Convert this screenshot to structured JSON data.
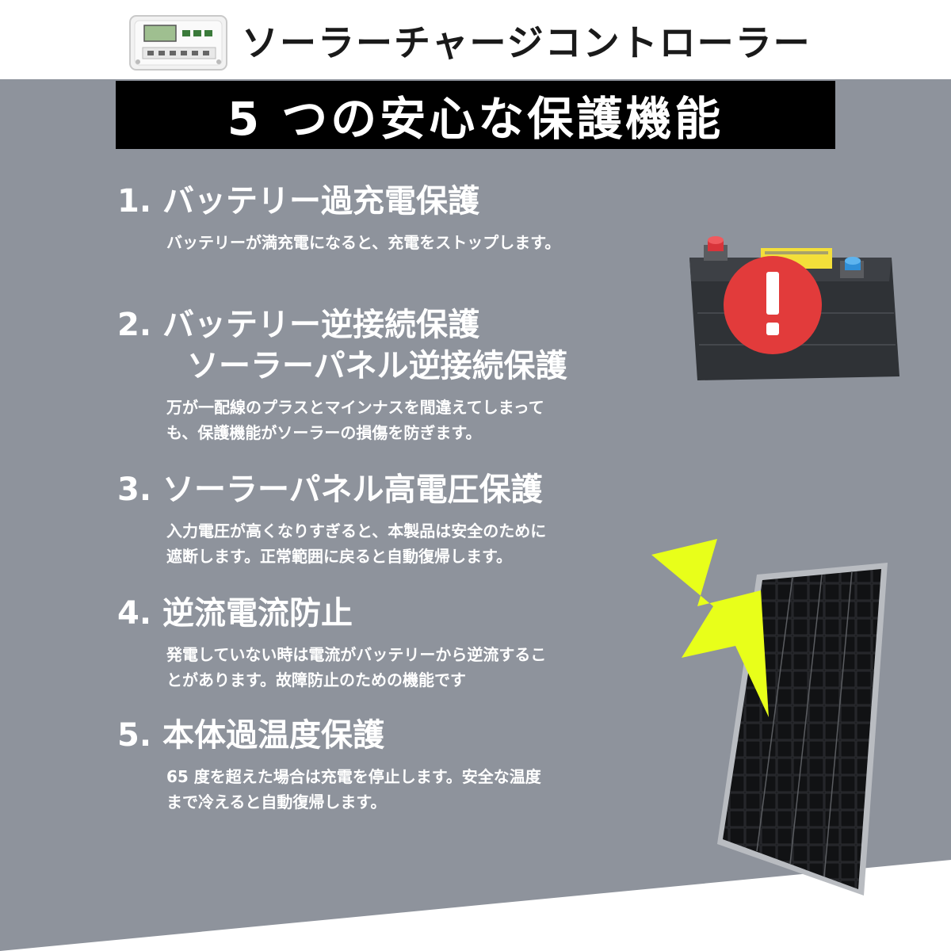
{
  "header": {
    "title": "ソーラーチャージコントローラー"
  },
  "banner": {
    "text": "5 つの安心な保護機能"
  },
  "features": [
    {
      "title": "1. バッテリー過充電保護",
      "lines": [
        "バッテリーが満充電になると、充電をストップします。"
      ]
    },
    {
      "title": "2. バッテリー逆接続保護",
      "subtitle": "ソーラーパネル逆接続保護",
      "lines": [
        "万が一配線のプラスとマインナスを間違えてしまって",
        "も、保護機能がソーラーの損傷を防ぎます。"
      ]
    },
    {
      "title": "3. ソーラーパネル高電圧保護",
      "lines": [
        "入力電圧が高くなりすぎると、本製品は安全のために",
        "遮断します。正常範囲に戻ると自動復帰します。"
      ]
    },
    {
      "title": "4. 逆流電流防止",
      "lines": [
        "発電していない時は電流がバッテリーから逆流するこ",
        "とがあります。故障防止のための機能です"
      ]
    },
    {
      "title": "5. 本体過温度保護",
      "lines": [
        "65 度を超えた場合は充電を停止します。安全な温度",
        "まで冷えると自動復帰します。"
      ]
    }
  ],
  "icons": {
    "controller": "charge-controller-icon",
    "battery": "battery-warning-icon",
    "lightning": "lightning-bolt-icon",
    "panel": "solar-panel-icon"
  },
  "colors": {
    "background": "#8e939c",
    "banner": "#000000",
    "warning": "#e23b3b",
    "bolt": "#e8ff1a"
  }
}
